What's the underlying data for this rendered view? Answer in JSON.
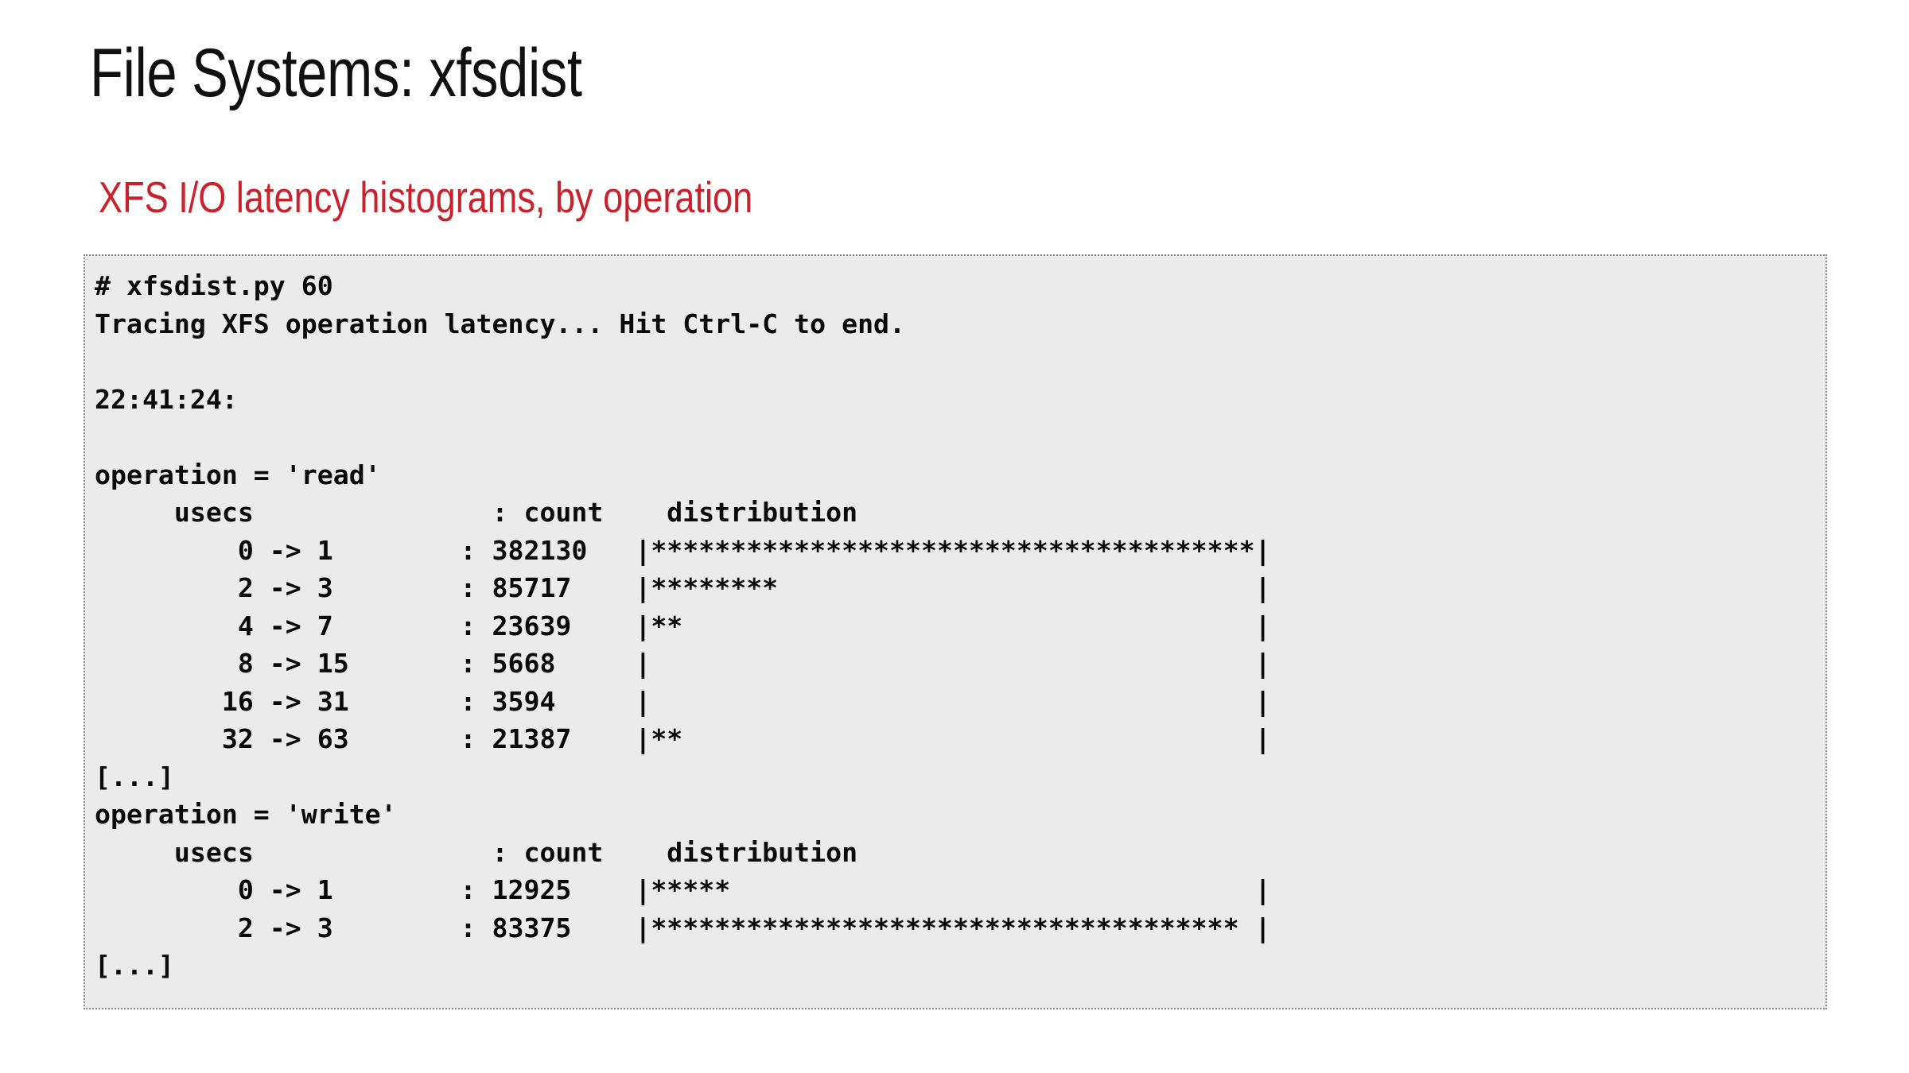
{
  "slide": {
    "title": "File Systems: xfsdist",
    "subtitle": "XFS I/O latency histograms, by operation"
  },
  "terminal": {
    "prompt": "#",
    "command": "xfsdist.py 60",
    "command_line": "# xfsdist.py 60",
    "tracing_line": "Tracing XFS operation latency... Hit Ctrl-C to end.",
    "timestamp_line": "22:41:24:",
    "truncation_marker": "[...]",
    "header_usecs": "usecs",
    "header_count": "count",
    "header_distribution": "distribution",
    "bar_max_stars": 38,
    "background_color": "#ebebeb",
    "text_color": "#0a0a0a",
    "border_color": "#8c8c8c"
  },
  "chart_data": [
    {
      "type": "bar",
      "title": "operation = 'read'",
      "operation": "read",
      "xlabel": "count",
      "ylabel": "usecs",
      "categories": [
        "0 -> 1",
        "2 -> 3",
        "4 -> 7",
        "8 -> 15",
        "16 -> 31",
        "32 -> 63"
      ],
      "values": [
        382130,
        85717,
        23639,
        5668,
        3594,
        21387
      ],
      "stars": [
        38,
        8,
        2,
        0,
        0,
        2
      ],
      "truncated": true
    },
    {
      "type": "bar",
      "title": "operation = 'write'",
      "operation": "write",
      "xlabel": "count",
      "ylabel": "usecs",
      "categories": [
        "0 -> 1",
        "2 -> 3"
      ],
      "values": [
        12925,
        83375
      ],
      "stars": [
        5,
        37
      ],
      "truncated": true
    }
  ],
  "colors": {
    "title": "#101010",
    "subtitle_accent": "#c8232c",
    "slide_background": "#ffffff"
  }
}
